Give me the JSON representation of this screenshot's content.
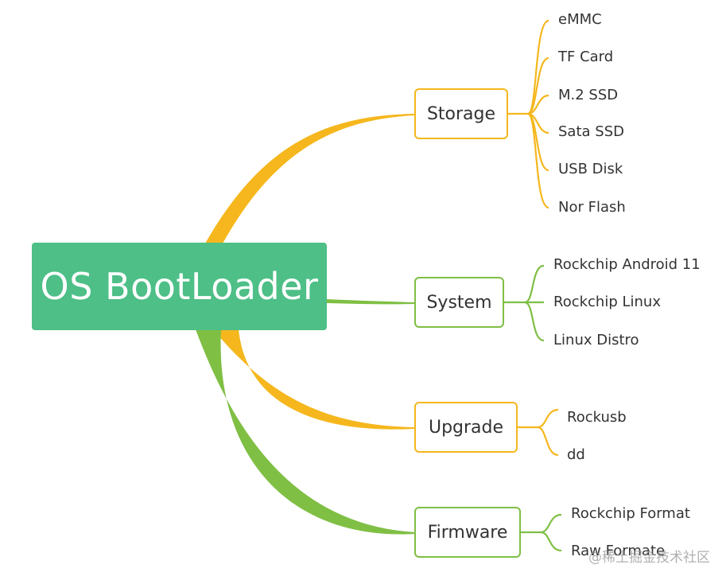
{
  "root": {
    "label": "OS BootLoader"
  },
  "colors": {
    "root_fill": "#4dbf87",
    "orange": "#f5b71d",
    "green": "#7fbf44"
  },
  "branches": [
    {
      "label": "Storage",
      "color": "orange",
      "leaves": [
        "eMMC",
        "TF Card",
        "M.2 SSD",
        "Sata SSD",
        "USB Disk",
        "Nor Flash"
      ]
    },
    {
      "label": "System",
      "color": "green",
      "leaves": [
        "Rockchip Android 11",
        "Rockchip Linux",
        "Linux Distro"
      ]
    },
    {
      "label": "Upgrade",
      "color": "orange",
      "leaves": [
        "Rockusb",
        "dd"
      ]
    },
    {
      "label": "Firmware",
      "color": "green",
      "leaves": [
        "Rockchip Format",
        "Raw Formate"
      ]
    }
  ],
  "watermark": "@稀土掘金技术社区"
}
